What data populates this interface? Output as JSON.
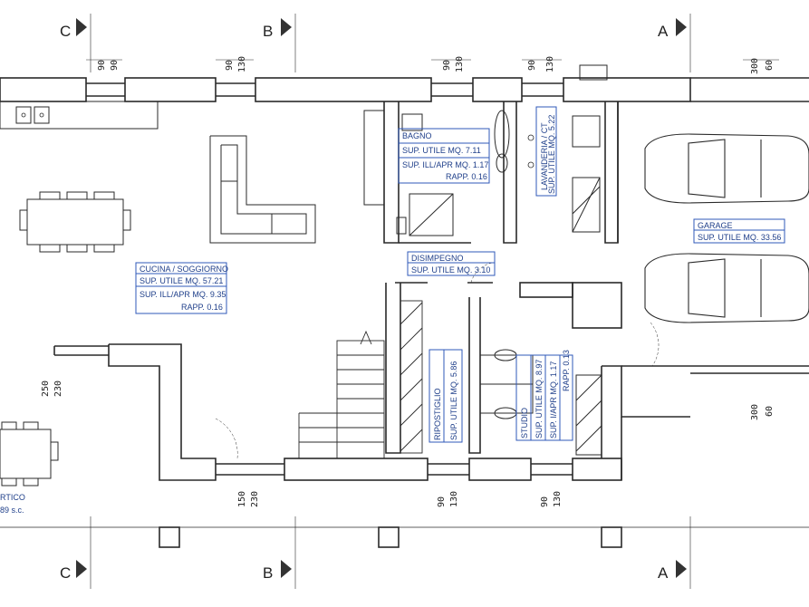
{
  "sections": {
    "c": "C",
    "b": "B",
    "a": "A"
  },
  "dims": {
    "top_90_90": [
      "90",
      "90"
    ],
    "top_90_130_a": [
      "90",
      "130"
    ],
    "top_90_130_b": [
      "90",
      "130"
    ],
    "top_90_130_c": [
      "90",
      "130"
    ],
    "top_300_60": [
      "300",
      "60"
    ],
    "left_250_230": [
      "250",
      "230"
    ],
    "right_300_60": [
      "300",
      "60"
    ],
    "bot_150_230": [
      "150",
      "230"
    ],
    "bot_90_130_a": [
      "90",
      "130"
    ],
    "bot_90_130_b": [
      "90",
      "130"
    ]
  },
  "rooms": {
    "bagno": {
      "name": "BAGNO",
      "l1": "SUP. UTILE   MQ. 7.11",
      "l2": "SUP. ILL/APR   MQ. 1.17",
      "l3": "RAPP. 0.16"
    },
    "lavanderia": {
      "name": "LAVANDERIA / CT",
      "l1": "SUP. UTILE   MQ. 5.22"
    },
    "garage": {
      "name": "GARAGE",
      "l1": "SUP. UTILE   MQ. 33.56"
    },
    "disimpegno": {
      "name": "DISIMPEGNO",
      "l1": "SUP. UTILE   MQ. 3.10"
    },
    "cucina": {
      "name": "CUCINA / SOGGIORNO",
      "l1": "SUP. UTILE   MQ. 57.21",
      "l2": "SUP. ILL/APR   MQ. 9.35",
      "l3": "RAPP. 0.16"
    },
    "ripostiglio": {
      "name": "RIPOSTIGLIO",
      "l1": "SUP. UTILE   MQ. 5.86"
    },
    "studio": {
      "name": "STUDIO",
      "l1": "SUP. UTILE   MQ. 8.97",
      "l2": "SUP. I/APR   MQ. 1.17",
      "l3": "RAPP. 0.13"
    },
    "portico": {
      "l1": "RTICO",
      "l2": "89 s.c."
    }
  }
}
